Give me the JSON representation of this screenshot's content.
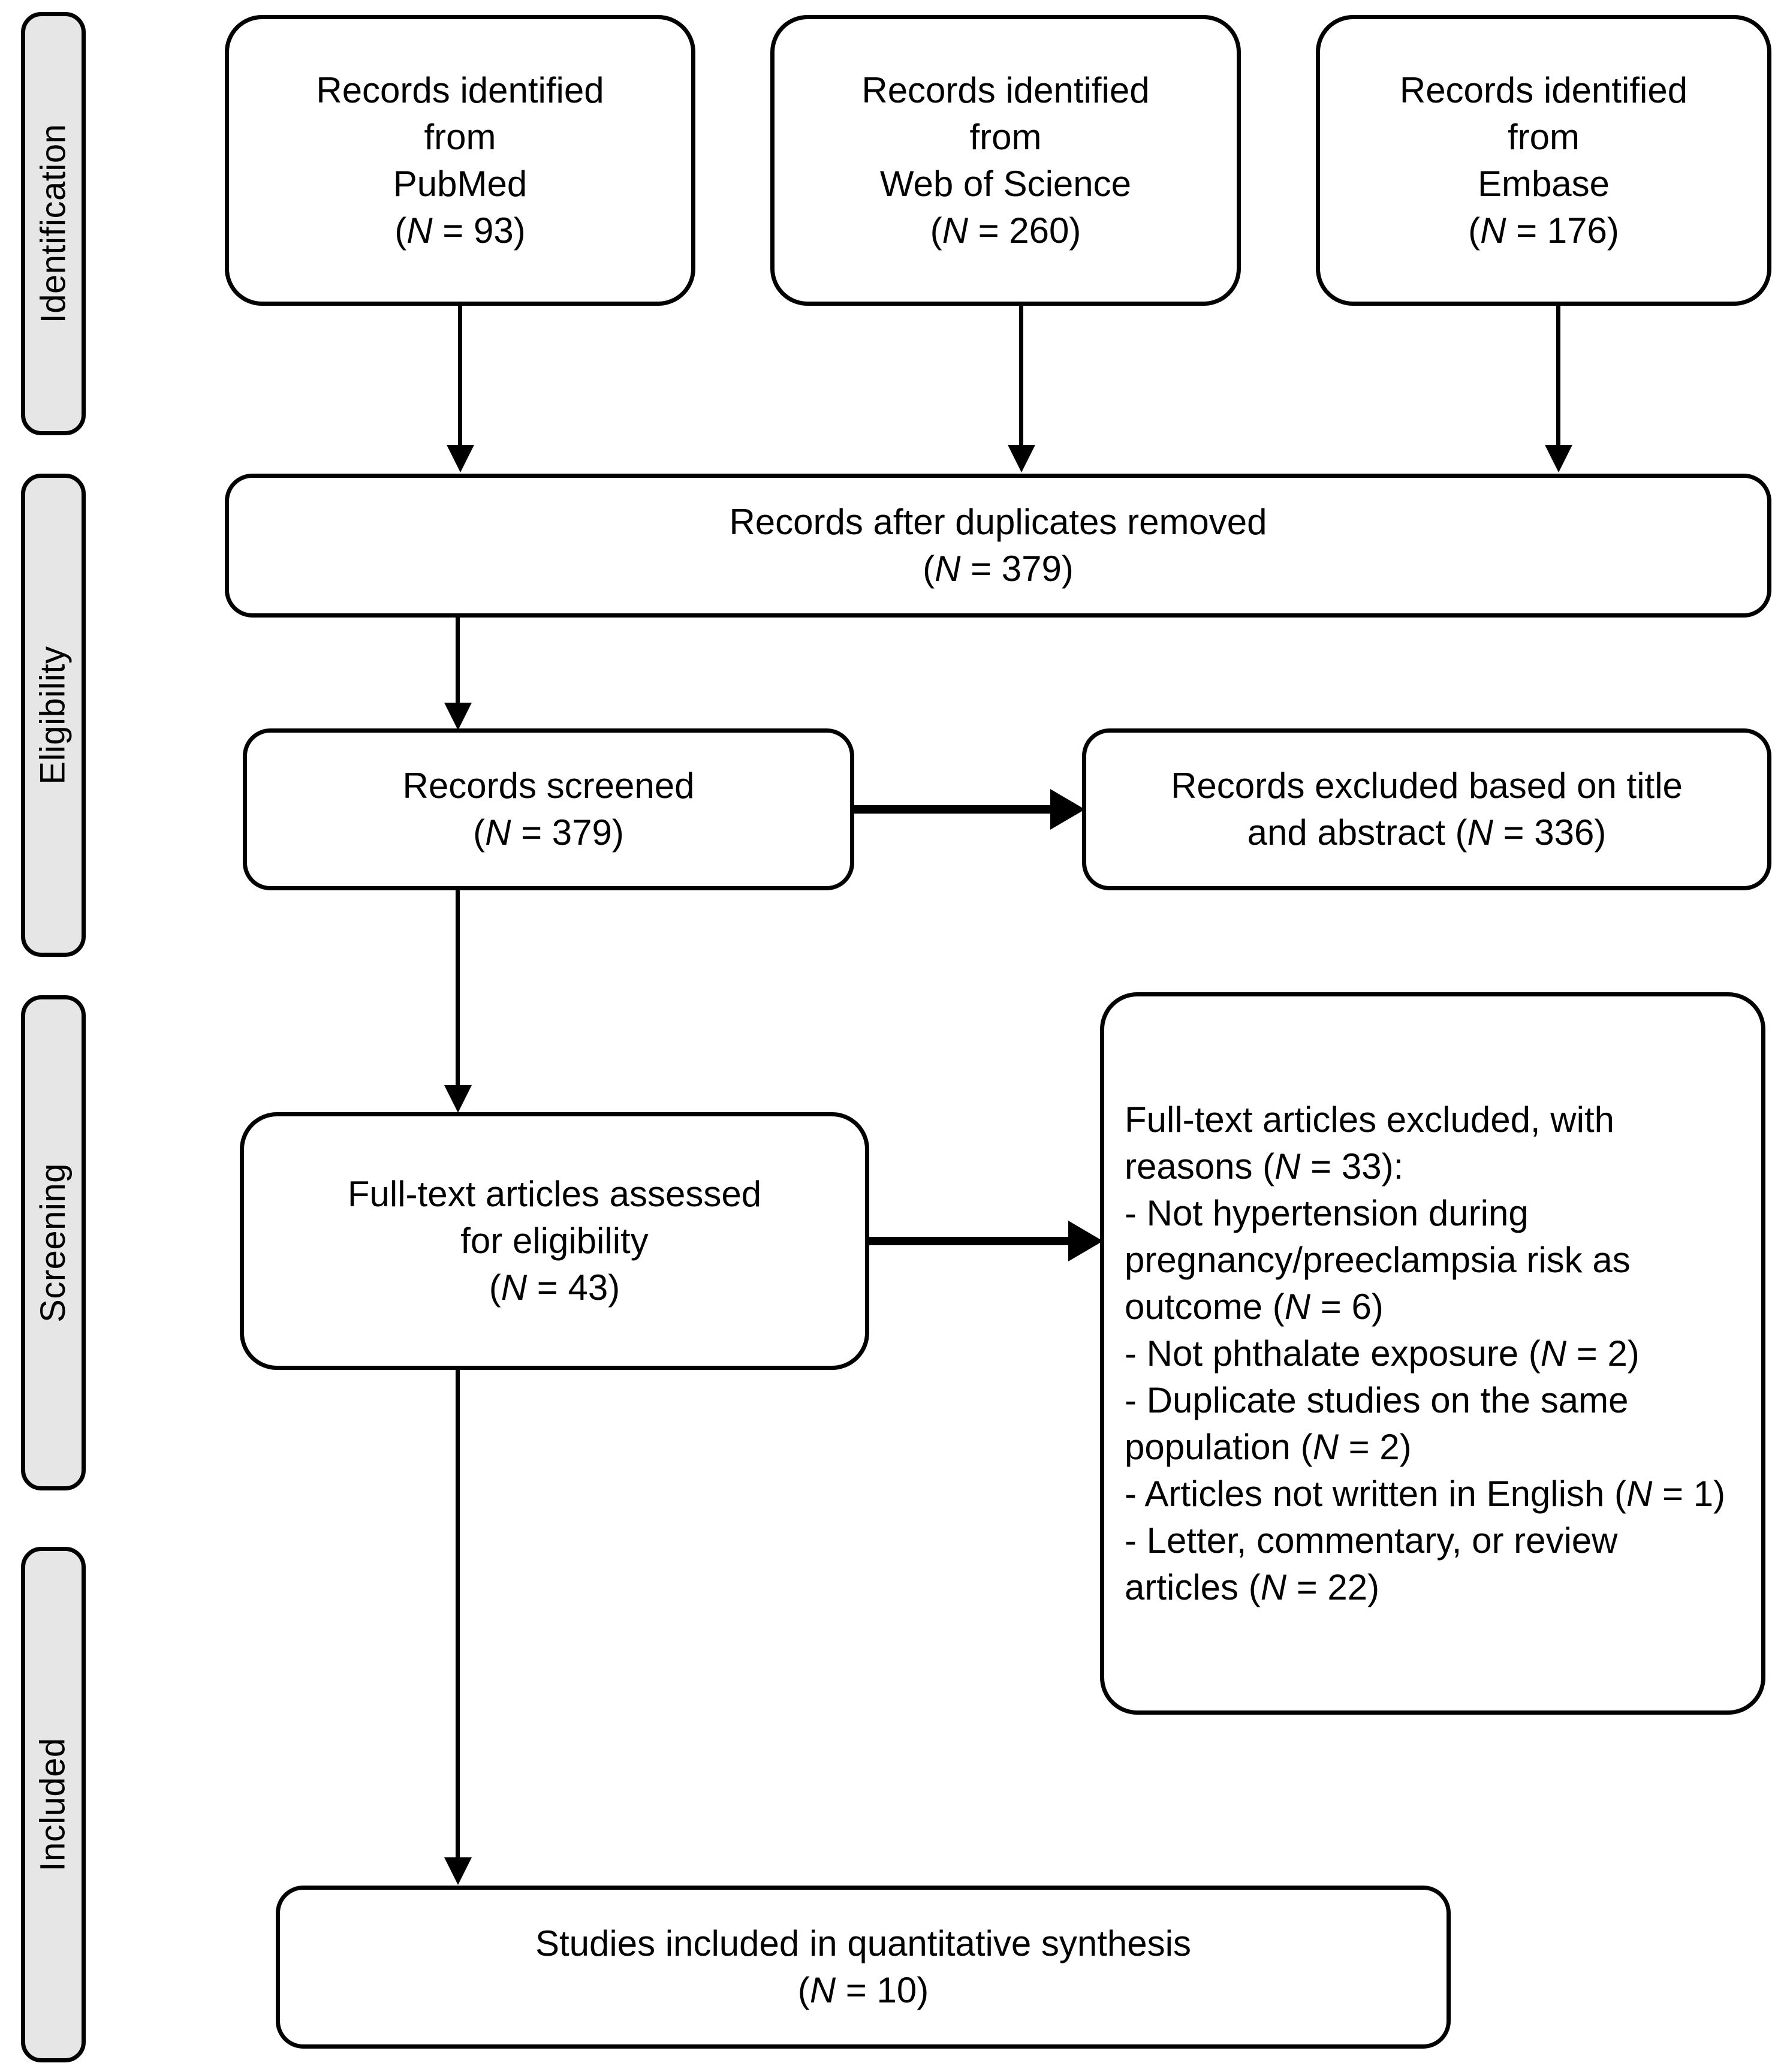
{
  "diagram": {
    "type": "prisma-flow-diagram",
    "title": "PRISMA flow diagram"
  },
  "stages": [
    {
      "id": "identification",
      "label": "Identification"
    },
    {
      "id": "eligibility",
      "label": "Eligibility"
    },
    {
      "id": "screening",
      "label": "Screening"
    },
    {
      "id": "included",
      "label": "Included"
    }
  ],
  "sources": [
    {
      "id": "pubmed",
      "line1": "Records identified",
      "line2": "from",
      "line3": "PubMed",
      "n_prefix": "(",
      "n_italic": "N",
      "n_value": " = 93)",
      "count": 93
    },
    {
      "id": "web-of-science",
      "line1": "Records identified",
      "line2": "from",
      "line3": "Web of Science",
      "n_prefix": "(",
      "n_italic": "N",
      "n_value": " = 260)",
      "count": 260
    },
    {
      "id": "embase",
      "line1": "Records identified",
      "line2": "from",
      "line3": "Embase",
      "n_prefix": "(",
      "n_italic": "N",
      "n_value": " = 176)",
      "count": 176
    }
  ],
  "duplicates_removed": {
    "id": "records-after-duplicates-removed",
    "line1": "Records after duplicates removed",
    "n_prefix": "(",
    "n_italic": "N",
    "n_value": " = 379)",
    "count": 379
  },
  "records_screened": {
    "id": "records-screened",
    "line1": "Records screened",
    "n_prefix": "(",
    "n_italic": "N",
    "n_value": " = 379)",
    "count": 379
  },
  "records_excluded": {
    "id": "records-excluded-title-abstract",
    "line1": "Records excluded based on title",
    "line2a": "and abstract (",
    "n_italic": "N",
    "line2b": " = 336)",
    "count": 336
  },
  "fulltext_assessed": {
    "id": "full-text-articles-assessed",
    "line1": "Full-text articles assessed",
    "line2": "for eligibility",
    "n_prefix": "(",
    "n_italic": "N",
    "n_value": " = 43)",
    "count": 43
  },
  "fulltext_excluded": {
    "id": "full-text-articles-excluded",
    "heading_a": "Full-text articles excluded,",
    "heading_b": "with reasons (",
    "heading_italic": "N",
    "heading_c": " = 33):",
    "total": 33,
    "reasons": [
      {
        "text_a": "- Not hypertension during pregnancy/preeclampsia risk as outcome (",
        "italic": "N",
        "text_b": " = 6)",
        "count": 6
      },
      {
        "text_a": "- Not phthalate exposure (",
        "italic": "N",
        "text_b": " = 2)",
        "count": 2
      },
      {
        "text_a": "- Duplicate studies on the same population (",
        "italic": "N",
        "text_b": " = 2)",
        "count": 2
      },
      {
        "text_a": "- Articles not written in English (",
        "italic": "N",
        "text_b": " = 1)",
        "count": 1
      },
      {
        "text_a": "- Letter, commentary, or review articles (",
        "italic": "N",
        "text_b": " = 22)",
        "count": 22
      }
    ]
  },
  "included_studies": {
    "id": "studies-included-quantitative-synthesis",
    "line1": "Studies included in quantitative synthesis",
    "n_prefix": "(",
    "n_italic": "N",
    "n_value": " = 10)",
    "count": 10
  },
  "colors": {
    "stage_fill": "#e6e6e6",
    "stroke": "#000000",
    "box_fill": "#ffffff"
  }
}
